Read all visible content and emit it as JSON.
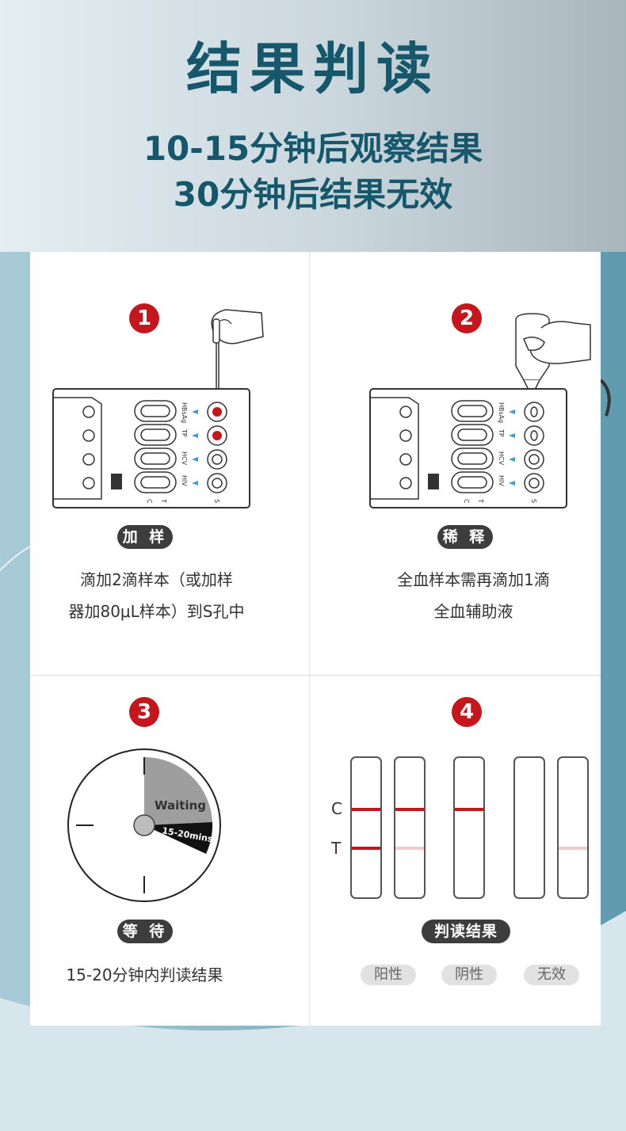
{
  "header": {
    "title": "结果判读",
    "subtitle_line1": "10-15分钟后观察结果",
    "subtitle_line2": "30分钟后结果无效"
  },
  "steps": [
    {
      "number": "1",
      "label": "加 样",
      "desc_line1": "滴加2滴样本（或加样",
      "desc_line2": "器加80μL样本）到S孔中"
    },
    {
      "number": "2",
      "label": "稀 释",
      "desc_line1": "全血样本需再滴加1滴",
      "desc_line2": "全血辅助液"
    },
    {
      "number": "3",
      "label": "等 待",
      "desc_line1": "15-20分钟内判读结果"
    },
    {
      "number": "4",
      "label": "判读结果"
    }
  ],
  "cassette": {
    "well_labels": [
      "HBsAg",
      "TP",
      "HCV",
      "HIV"
    ],
    "bottom_c": "C",
    "bottom_t": "T",
    "bottom_s": "S"
  },
  "timer": {
    "waiting": "Waiting",
    "duration": "15-20mins"
  },
  "strips": {
    "c_label": "C",
    "t_label": "T"
  },
  "results": {
    "positive": "阳性",
    "negative": "阴性",
    "invalid": "无效"
  },
  "colors": {
    "title": "#16586b",
    "accent_red": "#c5161d",
    "pill_dark": "#3d3d3d"
  }
}
